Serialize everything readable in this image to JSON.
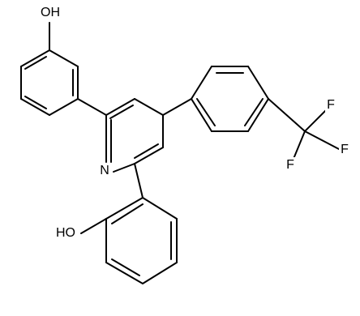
{
  "molecule": {
    "labels": {
      "oh_top": "OH",
      "n_pyridine": "N",
      "oh_bottom": "HO",
      "f1": "F",
      "f2": "F",
      "f3": "F"
    }
  }
}
